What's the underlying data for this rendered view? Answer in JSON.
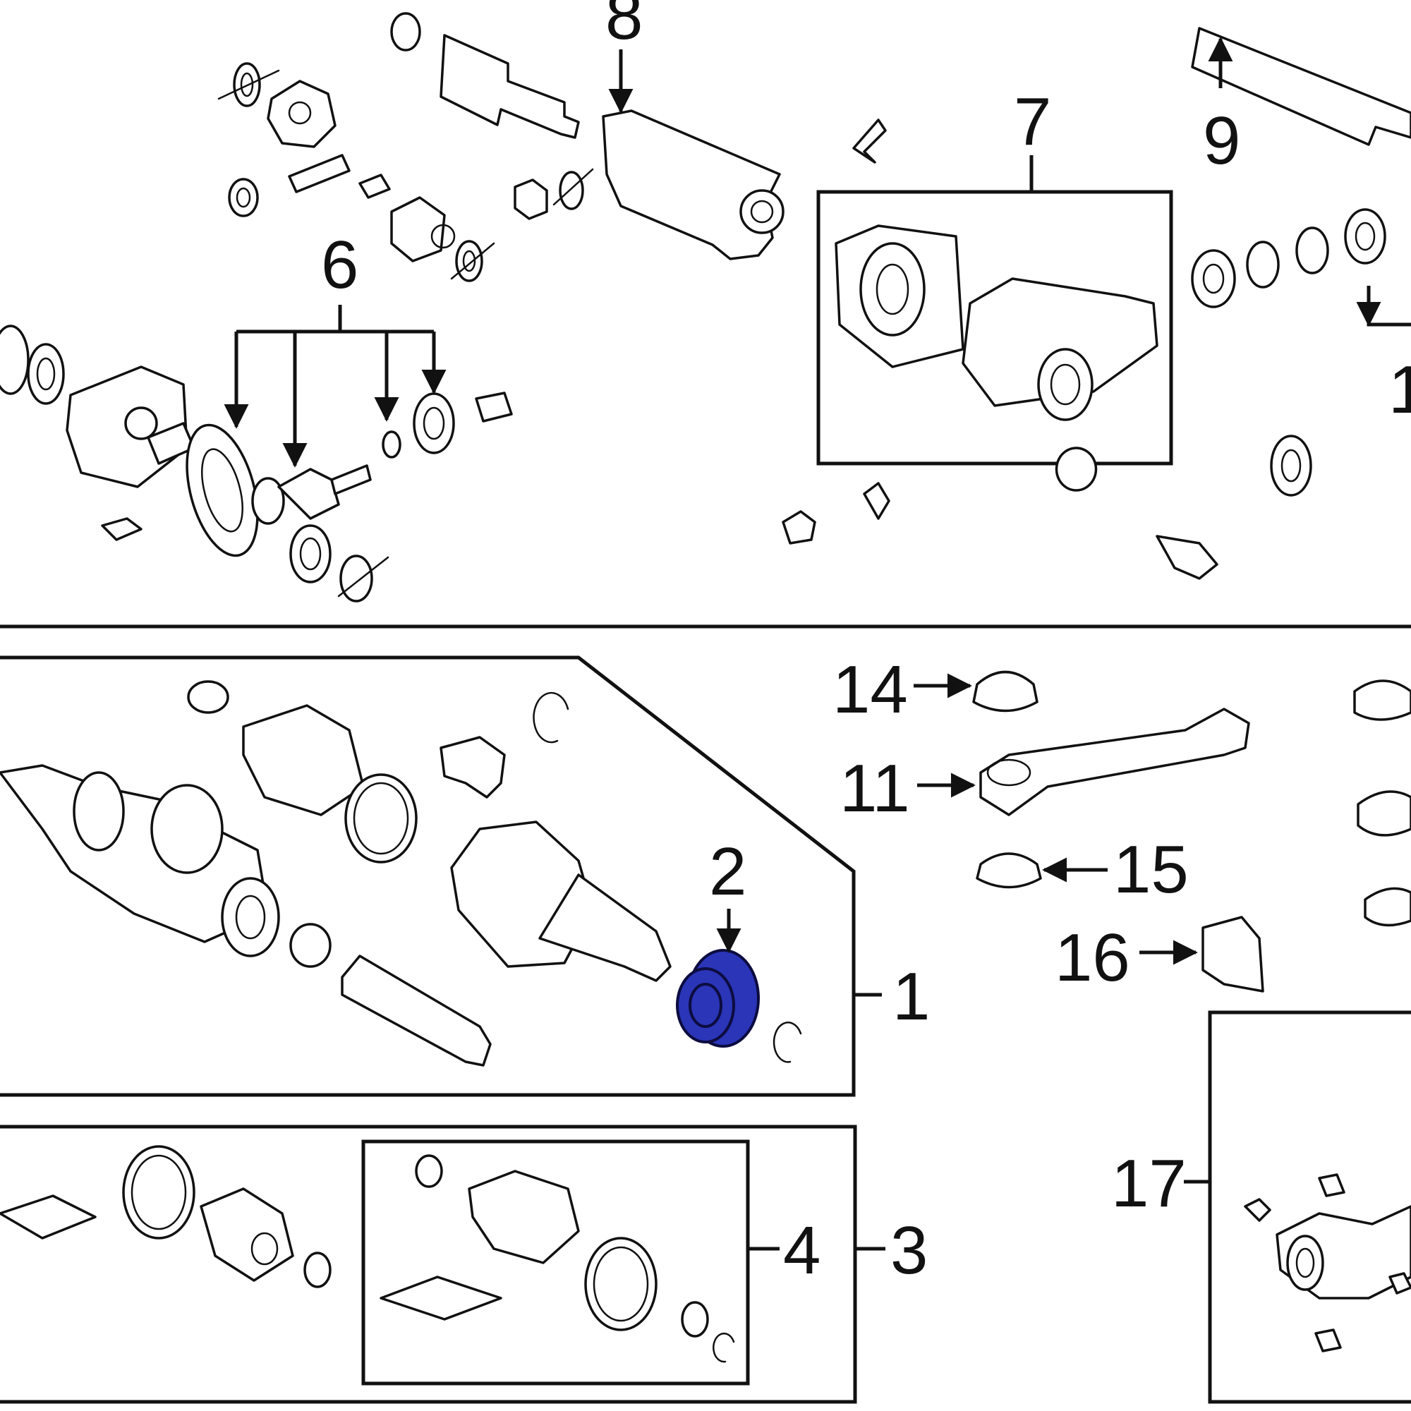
{
  "labels": {
    "l1": "1",
    "l2": "2",
    "l3": "3",
    "l4": "4",
    "l6": "6",
    "l7": "7",
    "l8": "8",
    "l9": "9",
    "l10": "1",
    "l11": "11",
    "l14": "14",
    "l15": "15",
    "l16": "16",
    "l17": "17"
  },
  "colors": {
    "highlight": "#2a35b8",
    "line": "#111111",
    "background": "#ffffff"
  },
  "highlighted_part": "2"
}
